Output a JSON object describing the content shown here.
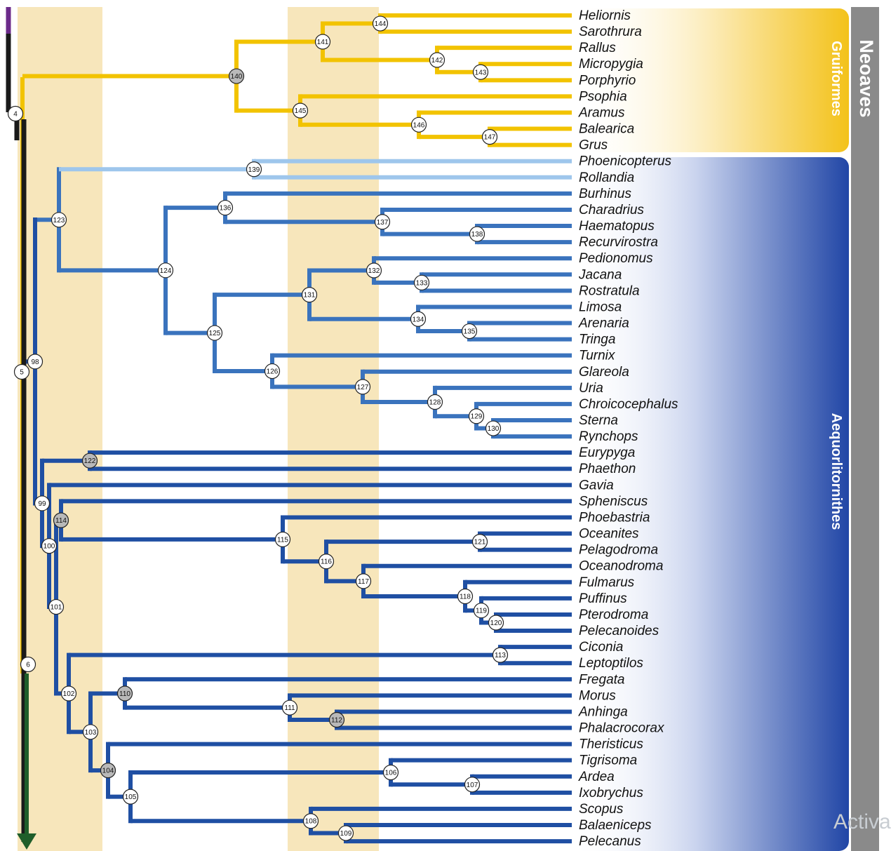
{
  "colors": {
    "gruiformes": "#f2c300",
    "shorebird": "#3a73bd",
    "waterbird": "#1f4fa3",
    "flamingo": "#9ec6ec",
    "stem_black": "#1a1a1a",
    "stem_purple": "#6b2a8a",
    "arrow_green": "#1f5e2a",
    "band": "#f7e6bb",
    "neoaves_bar": "#8a8a8a"
  },
  "clades": {
    "neoaves": "Neoaves",
    "gruiformes": "Gruiformes",
    "aequorlitornithes": "Aequorlitornithes"
  },
  "taxa": [
    "Heliornis",
    "Sarothrura",
    "Rallus",
    "Micropygia",
    "Porphyrio",
    "Psophia",
    "Aramus",
    "Balearica",
    "Grus",
    "Phoenicopterus",
    "Rollandia",
    "Burhinus",
    "Charadrius",
    "Haematopus",
    "Recurvirostra",
    "Pedionomus",
    "Jacana",
    "Rostratula",
    "Limosa",
    "Arenaria",
    "Tringa",
    "Turnix",
    "Glareola",
    "Uria",
    "Chroicocephalus",
    "Sterna",
    "Rynchops",
    "Eurypyga",
    "Phaethon",
    "Gavia",
    "Spheniscus",
    "Phoebastria",
    "Oceanites",
    "Pelagodroma",
    "Oceanodroma",
    "Fulmarus",
    "Puffinus",
    "Pterodroma",
    "Pelecanoides",
    "Ciconia",
    "Leptoptilos",
    "Fregata",
    "Morus",
    "Anhinga",
    "Phalacrocorax",
    "Theristicus",
    "Tigrisoma",
    "Ardea",
    "Ixobrychus",
    "Scopus",
    "Balaeniceps",
    "Pelecanus"
  ],
  "nodes": [
    "4",
    "5",
    "6",
    "98",
    "99",
    "100",
    "101",
    "102",
    "103",
    "104",
    "105",
    "106",
    "107",
    "108",
    "109",
    "110",
    "111",
    "112",
    "113",
    "114",
    "115",
    "116",
    "117",
    "118",
    "119",
    "120",
    "121",
    "122",
    "123",
    "124",
    "125",
    "126",
    "127",
    "128",
    "129",
    "130",
    "131",
    "132",
    "133",
    "134",
    "135",
    "136",
    "137",
    "138",
    "139",
    "140",
    "141",
    "142",
    "143",
    "144",
    "145",
    "146",
    "147"
  ],
  "watermark": "Activa"
}
